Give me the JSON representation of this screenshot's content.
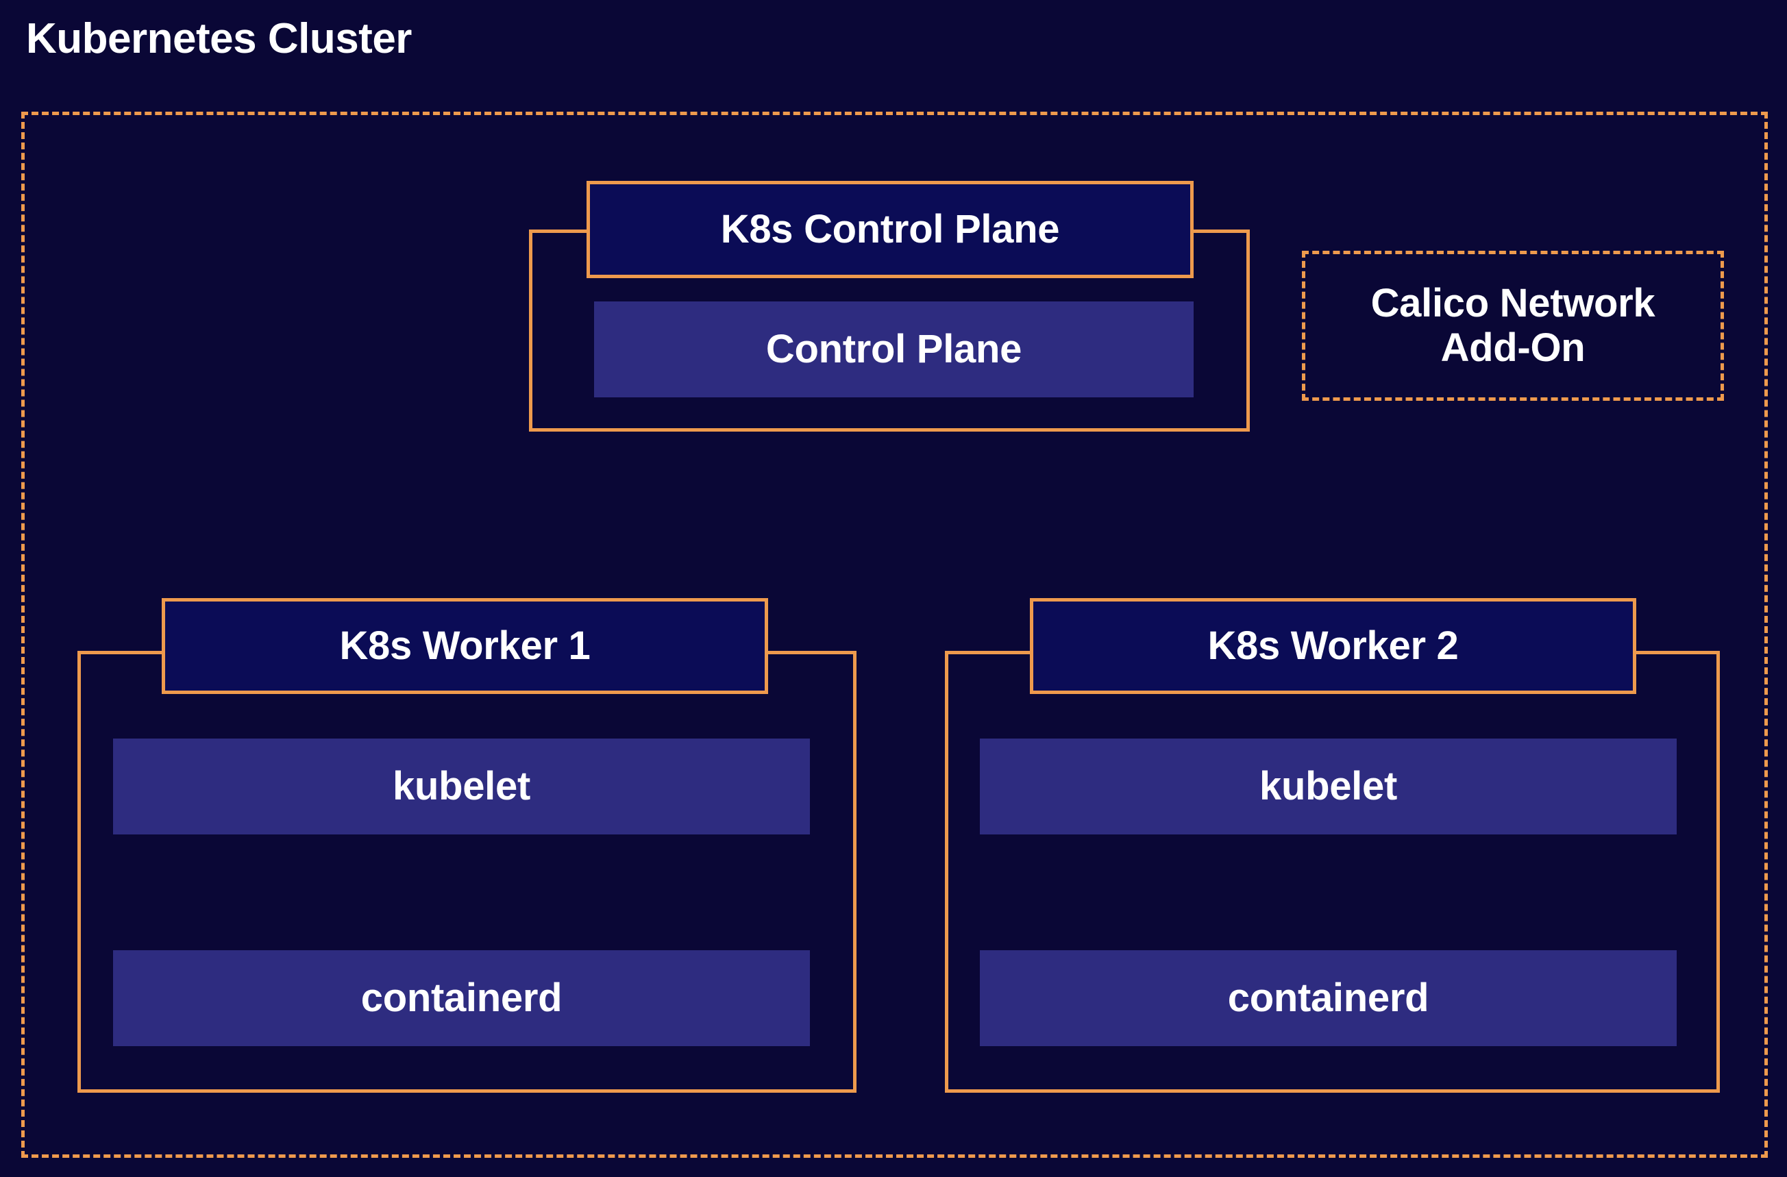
{
  "diagram": {
    "title": "Kubernetes Cluster",
    "background_color": "#0A0736",
    "accent_color": "#EE9A4D",
    "header_fill_color": "#0B0C56",
    "component_fill_color": "#2E2C80",
    "text_color": "#FFFFFF"
  },
  "control_plane": {
    "header_label": "K8s Control Plane",
    "components": [
      {
        "label": "Control Plane"
      }
    ]
  },
  "calico": {
    "label_line_1": "Calico Network",
    "label_line_2": "Add-On"
  },
  "workers": [
    {
      "header_label": "K8s Worker 1",
      "components": [
        {
          "label": "kubelet"
        },
        {
          "label": "containerd"
        }
      ]
    },
    {
      "header_label": "K8s Worker 2",
      "components": [
        {
          "label": "kubelet"
        },
        {
          "label": "containerd"
        }
      ]
    }
  ]
}
